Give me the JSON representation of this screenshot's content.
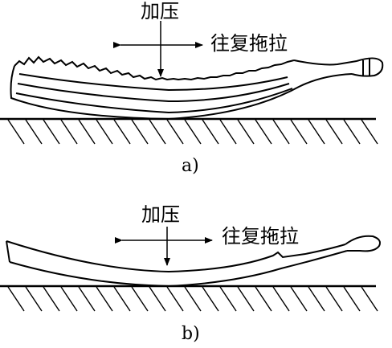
{
  "figure_a": {
    "press_label": "加压",
    "drag_label": "往复拖拉",
    "caption": "a)"
  },
  "figure_b": {
    "press_label": "加压",
    "drag_label": "往复拖拉",
    "caption": "b)"
  }
}
